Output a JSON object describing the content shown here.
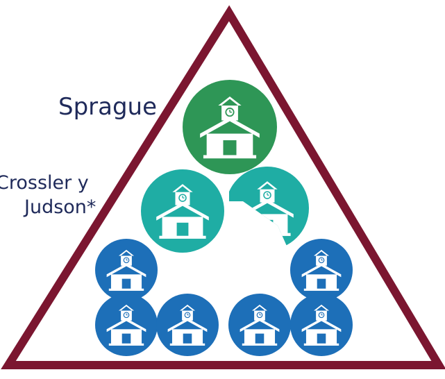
{
  "labels": {
    "top": "Sprague",
    "middle_line1": "Crossler y",
    "middle_line2": "Judson*"
  },
  "colors": {
    "triangle_outline": "#7b1630",
    "top_school": "#2e9656",
    "middle_school": "#1fada4",
    "bottom_school": "#1d6fb8",
    "icon": "#ffffff",
    "label_text": "#1f2a5a"
  },
  "icons": {
    "building": "school-building-icon",
    "clock": "clock-icon"
  },
  "tiers": [
    {
      "name": "top",
      "count": 1
    },
    {
      "name": "middle",
      "count": 2
    },
    {
      "name": "bottom",
      "count": 6
    }
  ]
}
